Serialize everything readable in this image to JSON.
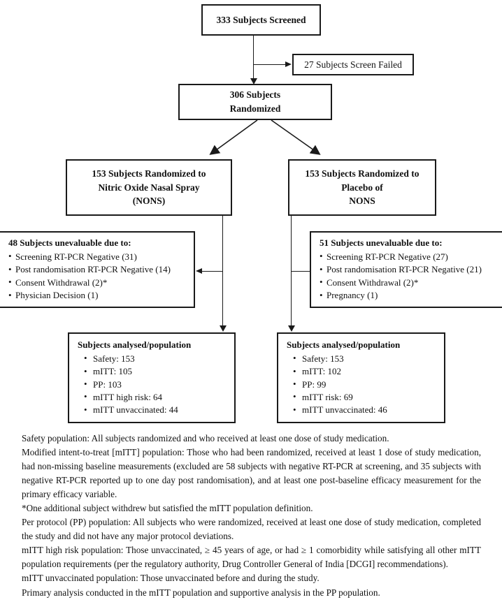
{
  "flowchart": {
    "title": "CONSORT participant flow diagram",
    "nodes": {
      "screened": {
        "text": "333 Subjects Screened"
      },
      "screen_failed": {
        "text": "27 Subjects Screen Failed"
      },
      "randomized": {
        "line1": "306 Subjects",
        "line2": "Randomized"
      },
      "arm_nons": {
        "line1": "153 Subjects Randomized to",
        "line2": "Nitric Oxide Nasal Spray",
        "line3": "(NONS)"
      },
      "arm_placebo": {
        "line1": "153 Subjects Randomized to",
        "line2": "Placebo of",
        "line3": "NONS"
      },
      "unevaluable_left": {
        "header": "48 Subjects unevaluable due to:",
        "items": [
          "Screening RT-PCR Negative (31)",
          "Post randomisation RT-PCR Negative (14)",
          "Consent Withdrawal (2)*",
          "Physician Decision (1)"
        ]
      },
      "unevaluable_right": {
        "header": "51 Subjects unevaluable due to:",
        "items": [
          "Screening RT-PCR Negative (27)",
          "Post randomisation RT-PCR Negative (21)",
          "Consent Withdrawal (2)*",
          "Pregnancy (1)"
        ]
      },
      "analysed_left": {
        "header": "Subjects analysed/population",
        "items": [
          "Safety: 153",
          "mITT: 105",
          "PP: 103",
          "mITT high risk: 64",
          "mITT unvaccinated: 44"
        ]
      },
      "analysed_right": {
        "header": "Subjects analysed/population",
        "items": [
          "Safety: 153",
          "mITT: 102",
          "PP: 99",
          "mITT risk: 69",
          "mITT unvaccinated: 46"
        ]
      }
    }
  },
  "notes": [
    "Safety population: All subjects randomized and who received at least one dose of study medication.",
    "Modified intent-to-treat [mITT] population: Those who had been randomized, received at least 1 dose of study medication, had non-missing baseline measurements (excluded are 58 subjects with negative RT-PCR at screening, and 35 subjects with negative RT-PCR reported up to one day post randomisation), and at least one post-baseline efficacy measurement for the primary efficacy variable.",
    "*One additional subject withdrew but satisfied the mITT population definition.",
    "Per protocol (PP) population: All subjects who were randomized, received at least one dose of study medication, completed the study and did not have any major protocol deviations.",
    "mITT high risk population: Those unvaccinated, ≥ 45 years of age, or had ≥ 1 comorbidity while satisfying all other mITT population requirements (per the regulatory authority, Drug Controller General of India [DCGI] recommendations).",
    "mITT unvaccinated population: Those unvaccinated before and during the study.",
    "Primary analysis conducted in the mITT population and supportive analysis in the PP population."
  ],
  "colors": {
    "stroke": "#1a1a1a",
    "background": "#ffffff",
    "text": "#111111"
  }
}
